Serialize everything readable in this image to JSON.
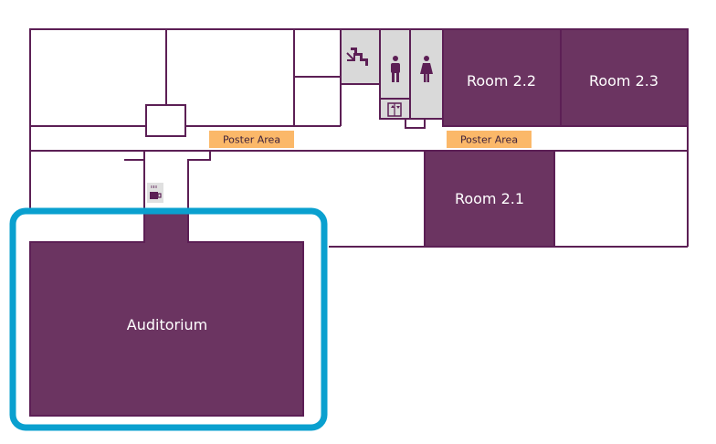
{
  "colors": {
    "wall": "#5c1f55",
    "room_fill": "#6b3461",
    "service_fill": "#d9d9d9",
    "poster_fill": "#fbb869",
    "highlight": "#0aa0cf",
    "icon": "#5c1f55"
  },
  "rooms": {
    "room_2_2": "Room 2.2",
    "room_2_3": "Room 2.3",
    "room_2_1": "Room 2.1",
    "auditorium": "Auditorium"
  },
  "poster_areas": [
    "Poster Area",
    "Poster Area"
  ],
  "icons": {
    "stairs": "stairs-icon",
    "men": "mens-restroom-icon",
    "women": "womens-restroom-icon",
    "elevator": "elevator-icon",
    "coffee": "coffee-icon"
  },
  "highlighted_room": "auditorium"
}
